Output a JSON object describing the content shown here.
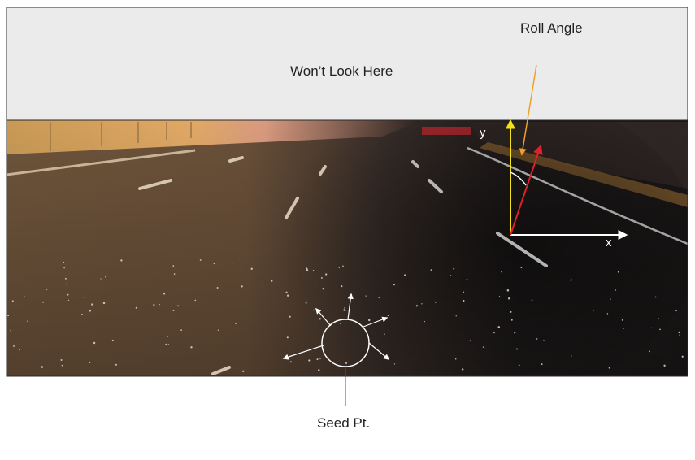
{
  "labels": {
    "exclusion_zone": "Won’t Look Here",
    "roll_angle": "Roll Angle",
    "seed_point": "Seed Pt.",
    "axis_y": "y",
    "axis_x": "x"
  },
  "colors": {
    "exclusion_fill": "#ebebeb",
    "exclusion_border": "#2a2a2a",
    "y_axis": "#f2e21a",
    "x_axis": "#ffffff",
    "roll_vector": "#e0202a",
    "roll_pointer": "#f0a02a",
    "seed_marker": "#ffffff",
    "seed_leader": "#555555"
  },
  "icons": {
    "seed_rays": "arrow-icon",
    "angle_arc": "arc-icon"
  }
}
